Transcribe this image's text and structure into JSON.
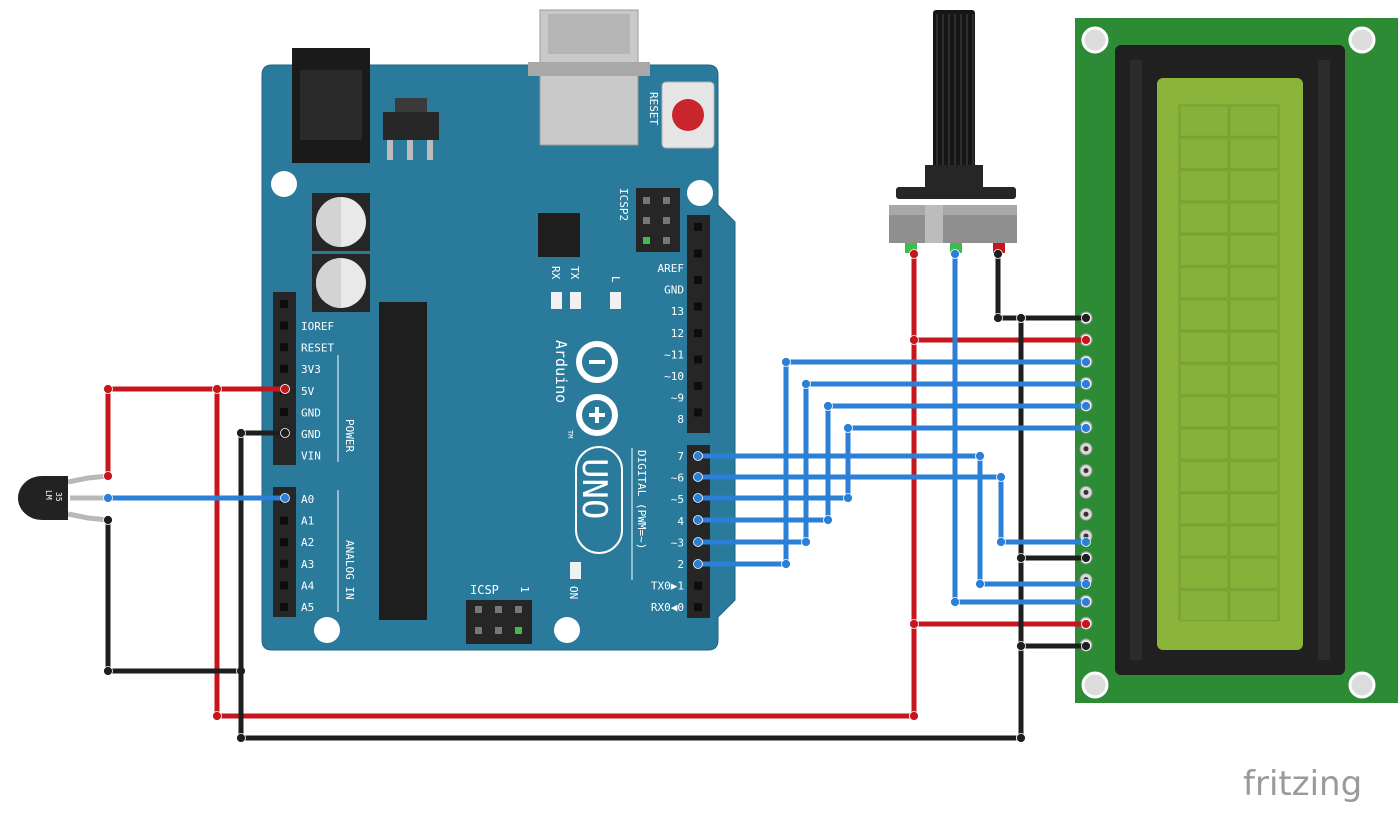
{
  "board": {
    "reset": "RESET",
    "icsp2": "ICSP2",
    "icsp": "ICSP",
    "icsp_pin1": "1",
    "rx": "RX",
    "tx": "TX",
    "led_l": "L",
    "on": "ON",
    "brand": "Arduino",
    "tm": "TM",
    "model": "UNO",
    "power_group": "POWER",
    "analog_group": "ANALOG IN",
    "digital_group": "DIGITAL (PWM=~)",
    "power_pins": [
      "IOREF",
      "RESET",
      "3V3",
      "5V",
      "GND",
      "GND",
      "VIN"
    ],
    "analog_pins": [
      "A0",
      "A1",
      "A2",
      "A3",
      "A4",
      "A5"
    ],
    "digital_high_pins": [
      "AREF",
      "GND",
      "13",
      "12",
      "~11",
      "~10",
      "~9",
      "8"
    ],
    "digital_low_pins": [
      "7",
      "~6",
      "~5",
      "4",
      "~3",
      "2",
      "TX0▶1",
      "RX0◀0"
    ]
  },
  "sensor": {
    "line1": "LM",
    "line2": "35"
  },
  "watermark": "fritzing",
  "colors": {
    "board": "#2a7a9b",
    "wire_red": "#c4161c",
    "wire_black": "#1e1e1e",
    "wire_blue": "#2b7fd6",
    "lcd_pcb": "#2e8b35",
    "lcd_screen": "#8ab53a"
  }
}
